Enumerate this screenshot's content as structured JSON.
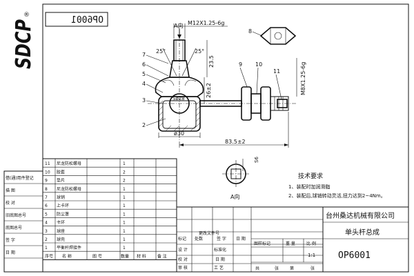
{
  "logo_text": "SDCP",
  "logo_mark": "®",
  "drawing_number": "OP6001",
  "view_label_a": "A向",
  "view_label_a2": "A向",
  "dims": {
    "thread_main": "M12X1.25-6g",
    "thread_side": "M8X1.25-6g",
    "angle_left": "25°",
    "angle_right": "25°",
    "height_1": "23.5",
    "height_2": "26±2",
    "sphere": "Sø28",
    "dia_30": "ø30",
    "length": "83.5±2",
    "flat": "S6"
  },
  "balloons": [
    "7",
    "6",
    "5",
    "4",
    "3",
    "2",
    "9",
    "10",
    "11",
    "8"
  ],
  "notes": {
    "title": "技术要求",
    "line1": "1、装配时加润滑脂",
    "line2": "2、装配后,球销转动灵活,扭力达到2~4Nm。"
  },
  "company": "台州桑达机械有限公司",
  "part_name": "单头杆总成",
  "part_code": "OP6001",
  "scale": "1:1",
  "bom_rows": [
    {
      "no": "11",
      "name": "尼龙防松螺母",
      "qty": "1"
    },
    {
      "no": "10",
      "name": "胶套",
      "qty": "2"
    },
    {
      "no": "9",
      "name": "垫片",
      "qty": "2"
    },
    {
      "no": "8",
      "name": "尼龙防松螺母",
      "qty": "1"
    },
    {
      "no": "7",
      "name": "球销",
      "qty": "1"
    },
    {
      "no": "6",
      "name": "上卡环",
      "qty": "1"
    },
    {
      "no": "5",
      "name": "防尘罩",
      "qty": "1"
    },
    {
      "no": "4",
      "name": "卡环",
      "qty": "1"
    },
    {
      "no": "3",
      "name": "球座",
      "qty": "1"
    },
    {
      "no": "2",
      "name": "球壳",
      "qty": "1"
    },
    {
      "no": "1",
      "name": "平衡杆焊接件",
      "qty": "1"
    }
  ],
  "bom_header": {
    "no": "序号",
    "name": "名 称",
    "code": "图 号",
    "qty": "数量",
    "material": "材 料",
    "remark": "备 注"
  },
  "left_strip": [
    "借(通)用件登记",
    "描 图",
    "校 对",
    "旧底图总号",
    "底图总号",
    "签 字",
    "日 期"
  ],
  "title_block": {
    "mark": "标记",
    "count": "处数",
    "change_doc": "更改文件号",
    "sign": "签 字",
    "date": "日 期",
    "design": "设 计",
    "standard": "标准化",
    "check": "校 对",
    "review": "审 核",
    "craft": "工 艺",
    "approve": "日 期",
    "stage_mark": "图样标记",
    "weight": "重 量",
    "ratio": "比 例",
    "total": "共",
    "sheet_word": "张",
    "page": "第",
    "page_word": "张"
  }
}
